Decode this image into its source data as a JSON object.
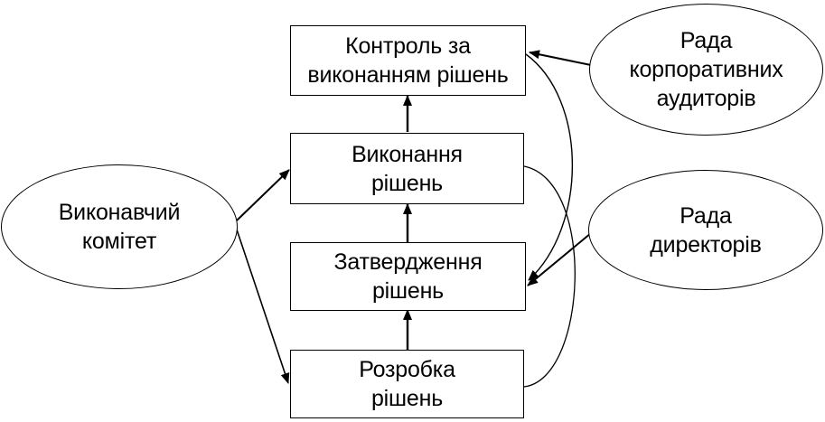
{
  "diagram": {
    "process_boxes": [
      {
        "id": "control",
        "lines": [
          "Контроль за",
          "виконанням рішень"
        ]
      },
      {
        "id": "execution",
        "lines": [
          "Виконання",
          "рішень"
        ]
      },
      {
        "id": "approval",
        "lines": [
          "Затвердження",
          "рішень"
        ]
      },
      {
        "id": "development",
        "lines": [
          "Розробка",
          "рішень"
        ]
      }
    ],
    "actors": [
      {
        "id": "executive-committee",
        "lines": [
          "Виконавчий",
          "комітет"
        ]
      },
      {
        "id": "auditors-council",
        "lines": [
          "Рада",
          "корпоративних",
          "аудиторів"
        ]
      },
      {
        "id": "directors-board",
        "lines": [
          "Рада",
          "директорів"
        ]
      }
    ]
  }
}
